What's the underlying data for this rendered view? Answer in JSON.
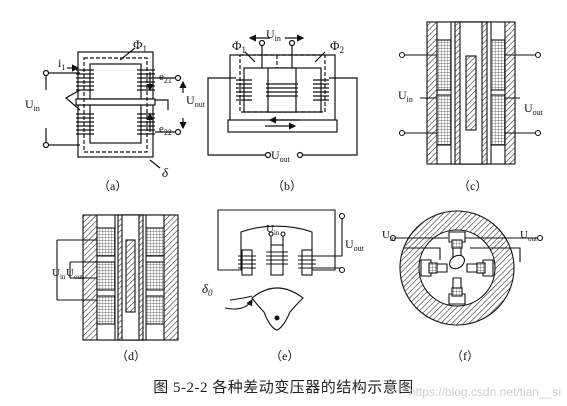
{
  "figure": {
    "caption": "图 5-2-2  各种差动变压器的结构示意图",
    "watermark": "https://blog.csdn.net/tian__si"
  },
  "panels": {
    "a": {
      "label": "（a）",
      "phi1": "Φ",
      "phi1_sub": "1",
      "i1": "i",
      "i1_sub": "1",
      "uin": "U",
      "uin_sub": "in",
      "uout": "U",
      "uout_sub": "out",
      "e21": "e",
      "e21_sub": "21",
      "e22": "e",
      "e22_sub": "22",
      "delta": "δ"
    },
    "b": {
      "label": "（b）",
      "phi1": "Φ",
      "phi1_sub": "1",
      "phi2": "Φ",
      "phi2_sub": "2",
      "uin": "U",
      "uin_sub": "in",
      "uout": "U",
      "uout_sub": "out"
    },
    "c": {
      "label": "（c）",
      "uin": "U",
      "uin_sub": "in",
      "uout": "U",
      "uout_sub": "out"
    },
    "d": {
      "label": "（d）",
      "uin": "U",
      "uin_sub": "in",
      "uout": "U",
      "uout_sub": "out"
    },
    "e": {
      "label": "（e）",
      "uin": "U",
      "uin_sub": "in",
      "uout": "U",
      "uout_sub": "out",
      "delta0": "δ",
      "delta0_sub": "0"
    },
    "f": {
      "label": "（f）",
      "uin": "U",
      "uin_sub": "in",
      "uout": "U",
      "uout_sub": "out"
    }
  }
}
